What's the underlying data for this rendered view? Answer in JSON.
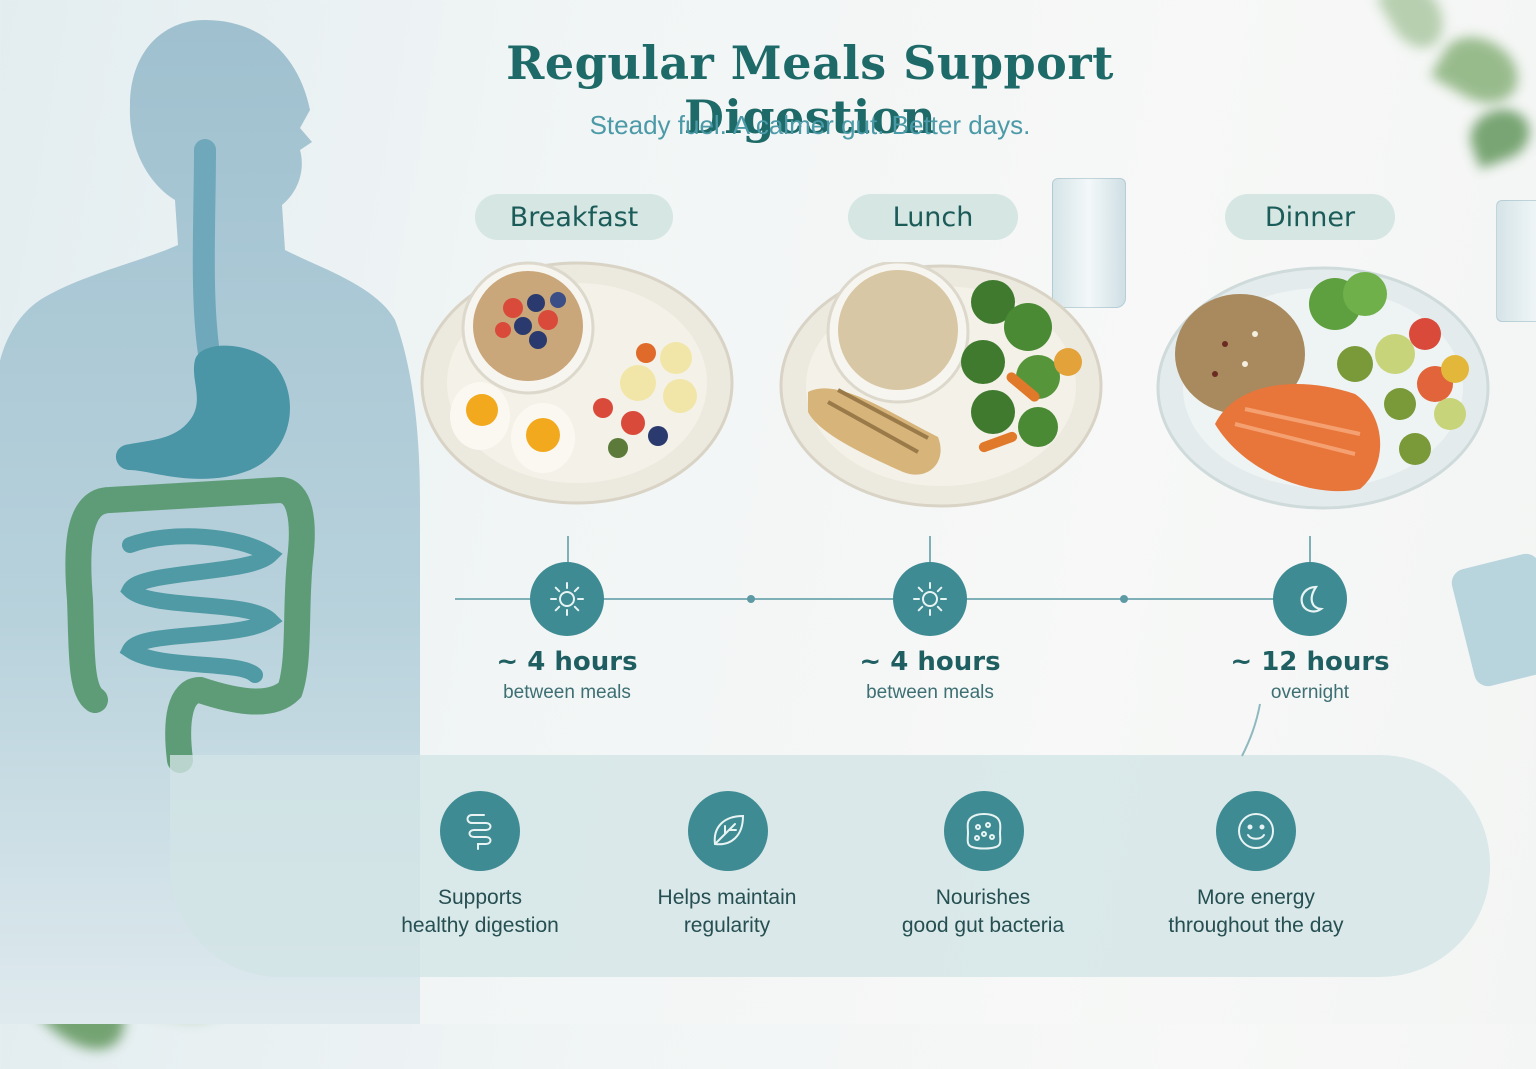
{
  "title": "Regular Meals Support Digestion",
  "subtitle": "Steady fuel. A calmer gut. Better days.",
  "meals": [
    {
      "label": "Breakfast"
    },
    {
      "label": "Lunch"
    },
    {
      "label": "Dinner"
    }
  ],
  "timeline": [
    {
      "icon": "sun-icon",
      "hours": "~ 4 hours",
      "note": "between meals"
    },
    {
      "icon": "sun-icon",
      "hours": "~ 4 hours",
      "note": "between meals"
    },
    {
      "icon": "moon-icon",
      "hours": "~ 12 hours",
      "note": "overnight"
    }
  ],
  "benefits": [
    {
      "icon": "intestine-icon",
      "line1": "Supports",
      "line2": "healthy digestion"
    },
    {
      "icon": "leaf-icon",
      "line1": "Helps maintain",
      "line2": "regularity"
    },
    {
      "icon": "gut-bacteria-icon",
      "line1": "Nourishes",
      "line2": "good gut bacteria"
    },
    {
      "icon": "smile-icon",
      "line1": "More energy",
      "line2": "throughout the day"
    }
  ],
  "colors": {
    "title": "#1d6a68",
    "subtitle": "#4c9aa8",
    "accent": "#3f8b93",
    "pill": "#d5e6e3"
  }
}
